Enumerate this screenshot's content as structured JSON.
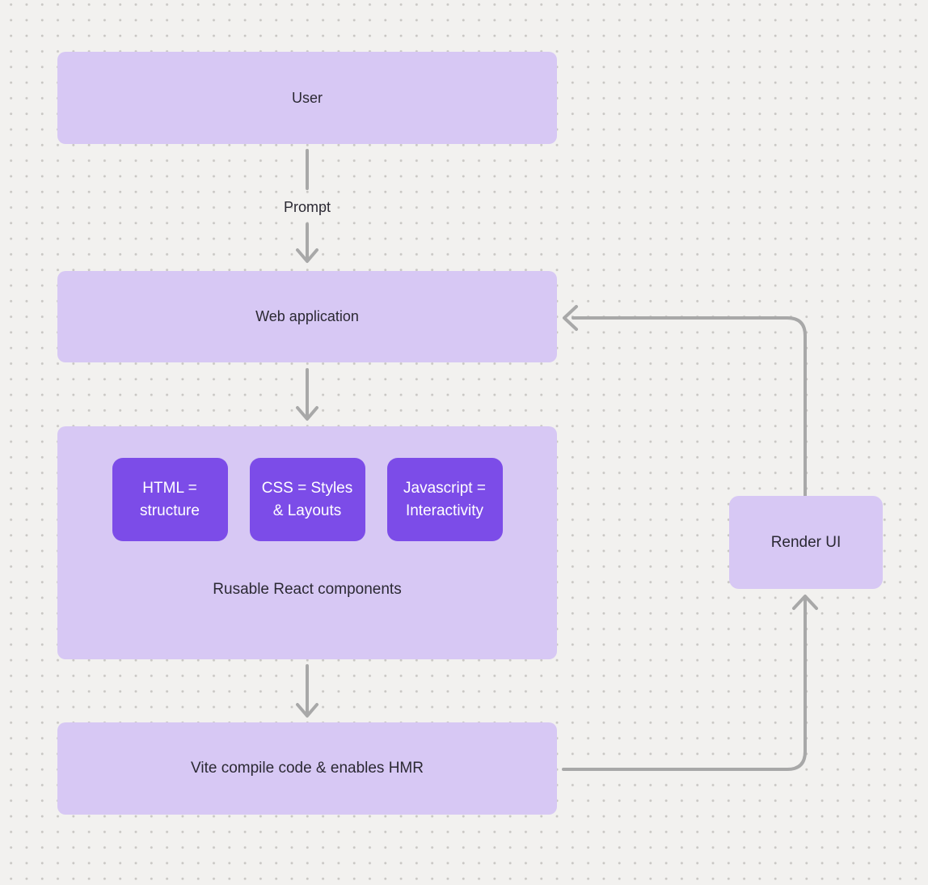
{
  "diagram": {
    "nodes": {
      "user": {
        "label": "User"
      },
      "web_application": {
        "label": "Web application"
      },
      "components": {
        "chips": [
          {
            "label": "HTML =\nstructure"
          },
          {
            "label": "CSS = Styles\n& Layouts"
          },
          {
            "label": "Javascript =\nInteractivity"
          }
        ],
        "caption": "Rusable React components"
      },
      "vite": {
        "label": "Vite compile code & enables HMR"
      },
      "render_ui": {
        "label": "Render UI"
      }
    },
    "edges": {
      "user_to_webapp_label": "Prompt"
    },
    "colors": {
      "background": "#f2f1ef",
      "dot": "#c9c7c4",
      "node_fill": "#d7c8f4",
      "chip_fill": "#7c4ce8",
      "chip_text": "#ffffff",
      "arrow": "#a8a8a8",
      "text": "#2b2933"
    }
  }
}
